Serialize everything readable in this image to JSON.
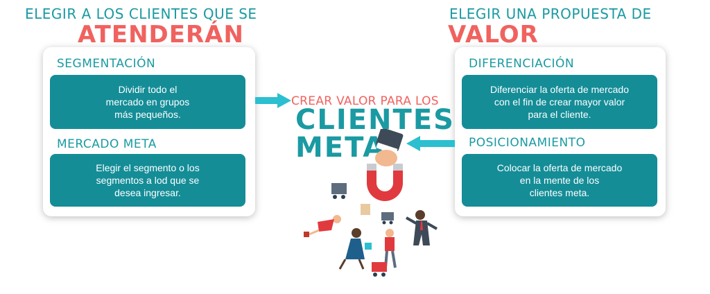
{
  "left": {
    "heading_small": "ELEGIR A LOS CLIENTES QUE  SE",
    "heading_big": "ATENDERÁN",
    "sections": [
      {
        "title": "SEGMENTACIÓN",
        "text": "Dividir todo el\nmercado en grupos\nmás pequeños."
      },
      {
        "title": "MERCADO META",
        "text": "Elegir el segmento o los\nsegmentos a lod que se\ndesea ingresar."
      }
    ]
  },
  "right": {
    "heading_small": "ELEGIR UNA PROPUESTA DE",
    "heading_big": "VALOR",
    "sections": [
      {
        "title": "DIFERENCIACIÓN",
        "text": "Diferenciar la oferta de mercado\ncon el fin de crear mayor valor\npara el cliente."
      },
      {
        "title": "POSICIONAMIENTO",
        "text": "Colocar la oferta de mercado\nen la mente de los\nclientes meta."
      }
    ]
  },
  "center": {
    "small": "CREAR VALOR PARA LOS",
    "big_line1": "CLIENTES",
    "big_line2": "META"
  },
  "icons": [
    "arrow-right-icon",
    "arrow-left-icon",
    "magnet-hand-icon",
    "people-attracted-illustration"
  ],
  "colors": {
    "teal": "#1a9aa2",
    "teal_box": "#148d97",
    "coral": "#f0625f",
    "cyan_arrow": "#2bbfd0",
    "card_bg": "#ffffff"
  }
}
